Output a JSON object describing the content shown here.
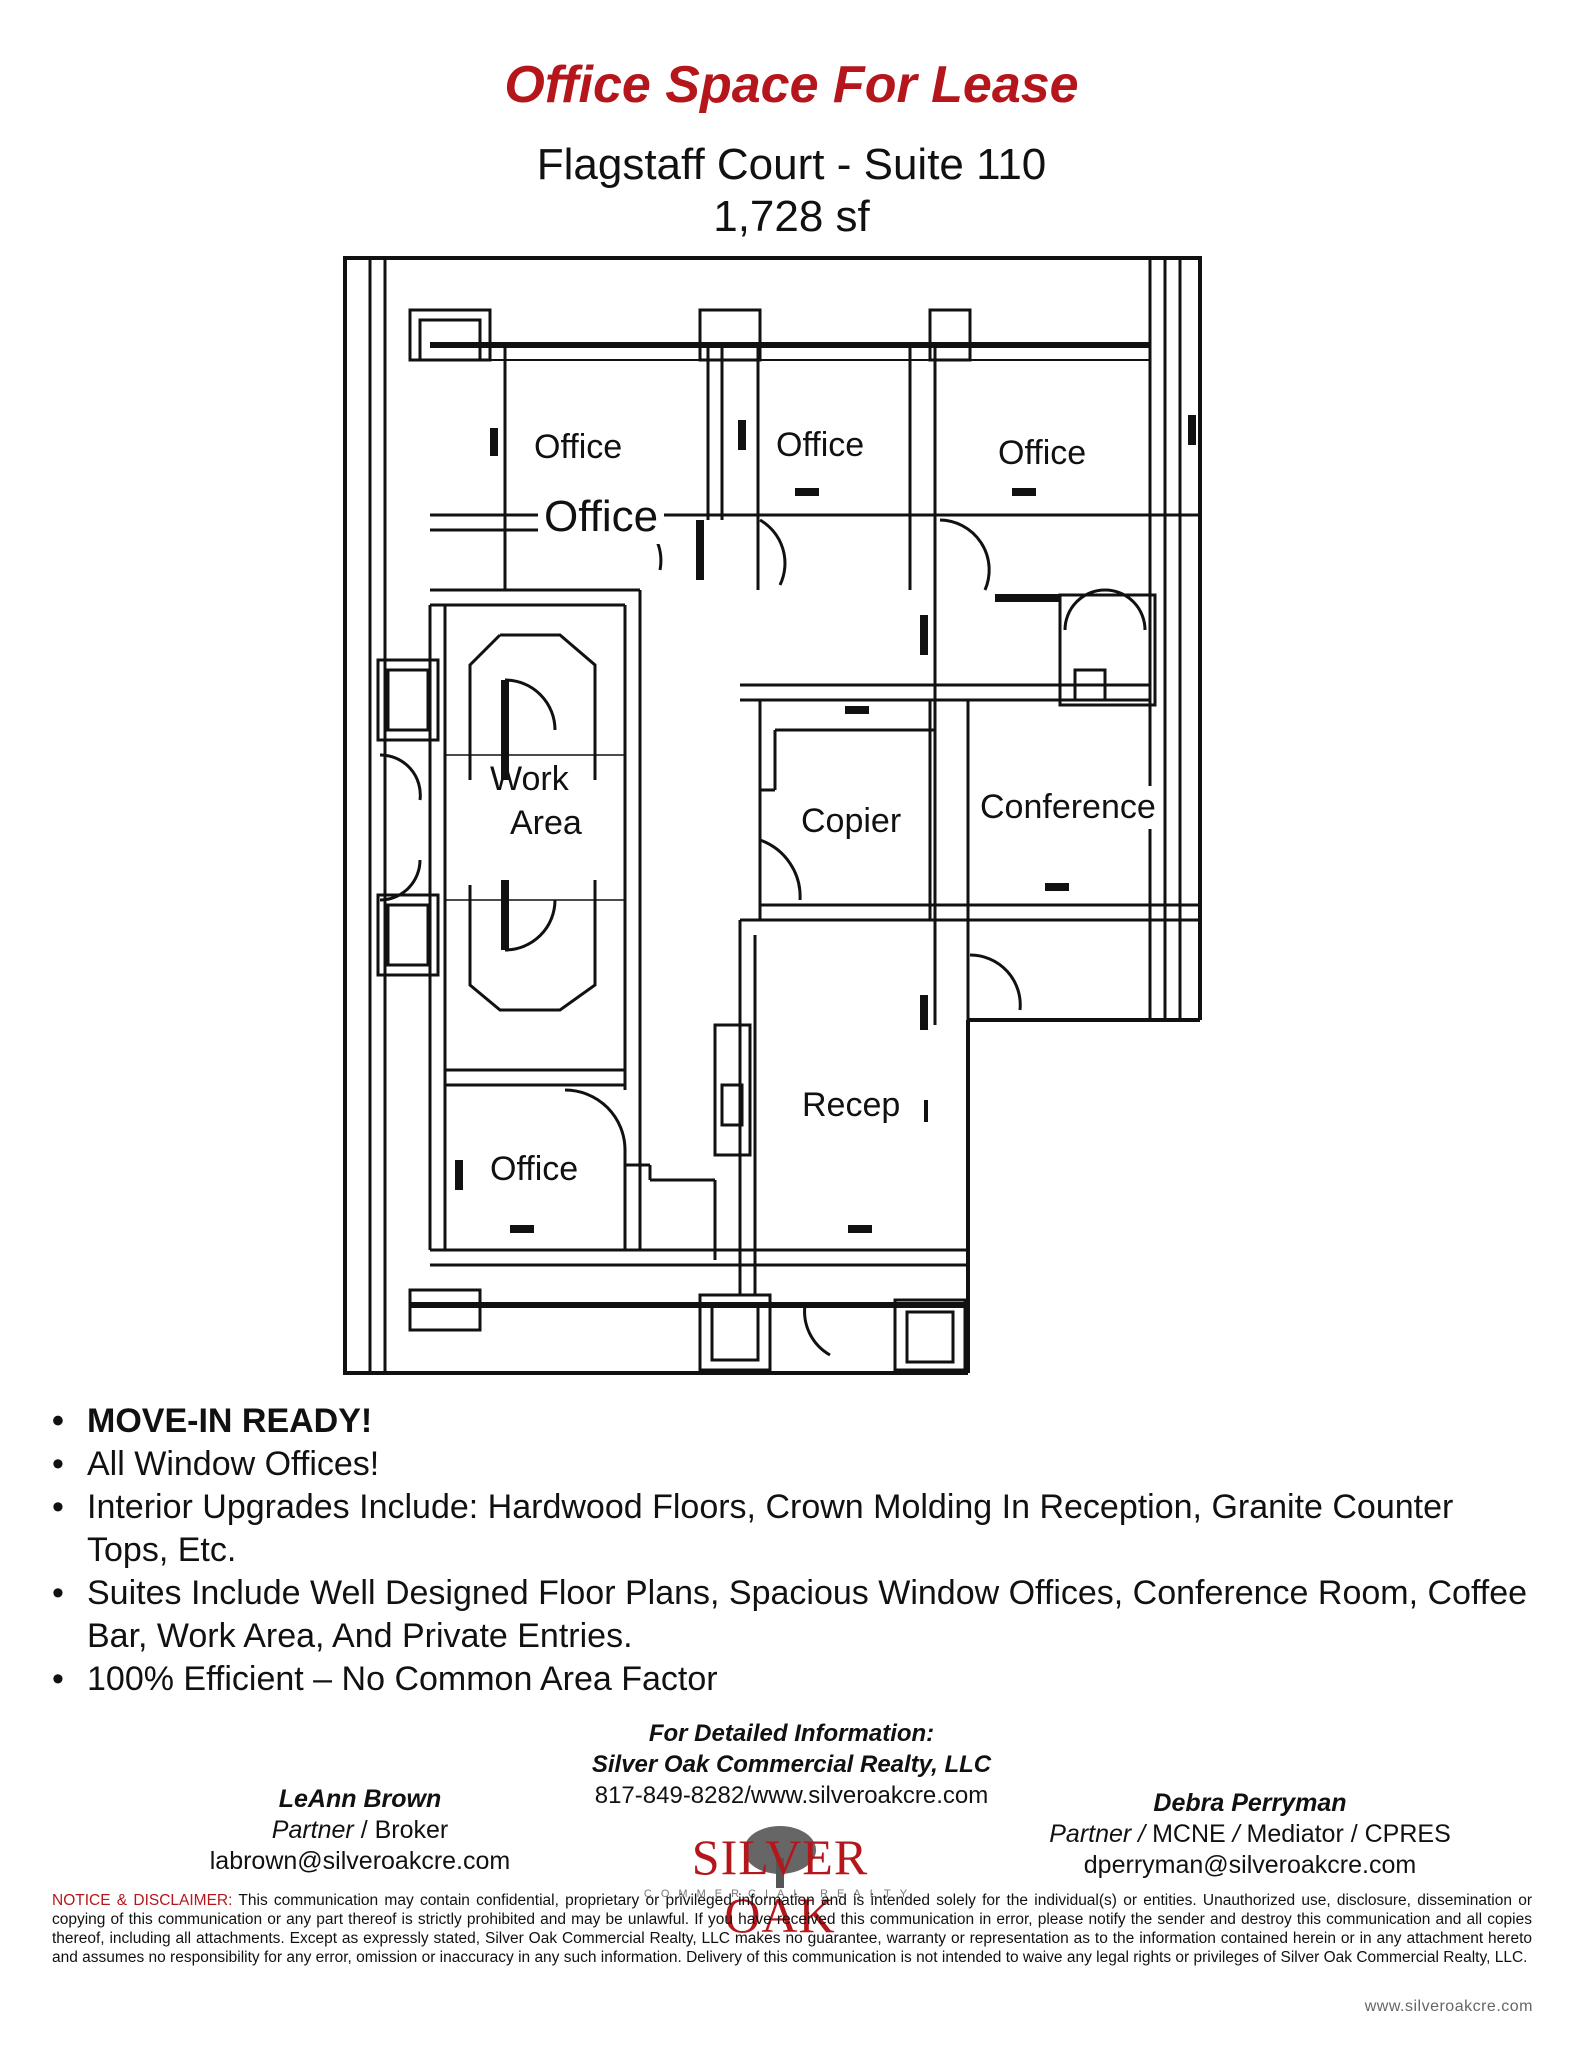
{
  "header": {
    "title": "Office Space For Lease",
    "subtitle": "Flagstaff Court - Suite 110",
    "area": "1,728 sf"
  },
  "floor_plan": {
    "rooms": {
      "office_1": "Office",
      "office_2": "Office",
      "office_3": "Office",
      "office_4": "Office",
      "work_area_line1": "Work",
      "work_area_line2": "Area",
      "copier": "Copier",
      "conference": "Conference",
      "reception": "Recep",
      "office_5": "Office"
    }
  },
  "features": [
    "MOVE-IN READY!",
    "All Window Offices!",
    "Interior Upgrades Include: Hardwood Floors, Crown Molding In Reception, Granite Counter Tops, Etc.",
    "Suites Include Well Designed Floor Plans, Spacious Window Offices, Conference Room, Coffee Bar, Work Area, And Private Entries.",
    "100% Efficient – No Common Area Factor"
  ],
  "info": {
    "heading": "For Detailed Information:",
    "company": "Silver Oak Commercial Realty, LLC",
    "phone_web": "817-849-8282/www.silveroakcre.com"
  },
  "contacts": {
    "left": {
      "name": "LeAnn Brown",
      "role_partner": "Partner",
      "role_sep": " / ",
      "role_rest": "Broker",
      "email": "labrown@silveroakcre.com"
    },
    "right": {
      "name": "Debra Perryman",
      "role_partner": "Partner",
      "role_sep1": " / ",
      "role_mcne": "MCNE",
      "role_sep2": " / ",
      "role_rest": "Mediator / CPRES",
      "email": "dperryman@silveroakcre.com"
    }
  },
  "logo": {
    "text": "SILVER OAK",
    "sub": "COMMERCIAL REALTY"
  },
  "notice": {
    "label": "NOTICE & DISCLAIMER:",
    "text": "This communication may contain confidential, proprietary or privileged information and is intended solely for the individual(s) or entities. Unauthorized use, disclosure, dissemination or copying of this communication or any part thereof is strictly prohibited and may be unlawful. If you have received this communication in error, please notify the sender and destroy this communication and all copies thereof, including all attachments. Except as expressly stated, Silver Oak Commercial Realty, LLC makes no guarantee, warranty or representation as to the information contained herein or in any attachment hereto and assumes no responsibility for any error, omission or inaccuracy in any such information. Delivery of this communication is not intended to waive any legal rights or privileges of Silver Oak Commercial Realty, LLC."
  },
  "footer": {
    "site": "www.silveroakcre.com"
  },
  "colors": {
    "accent": "#b5161b"
  }
}
